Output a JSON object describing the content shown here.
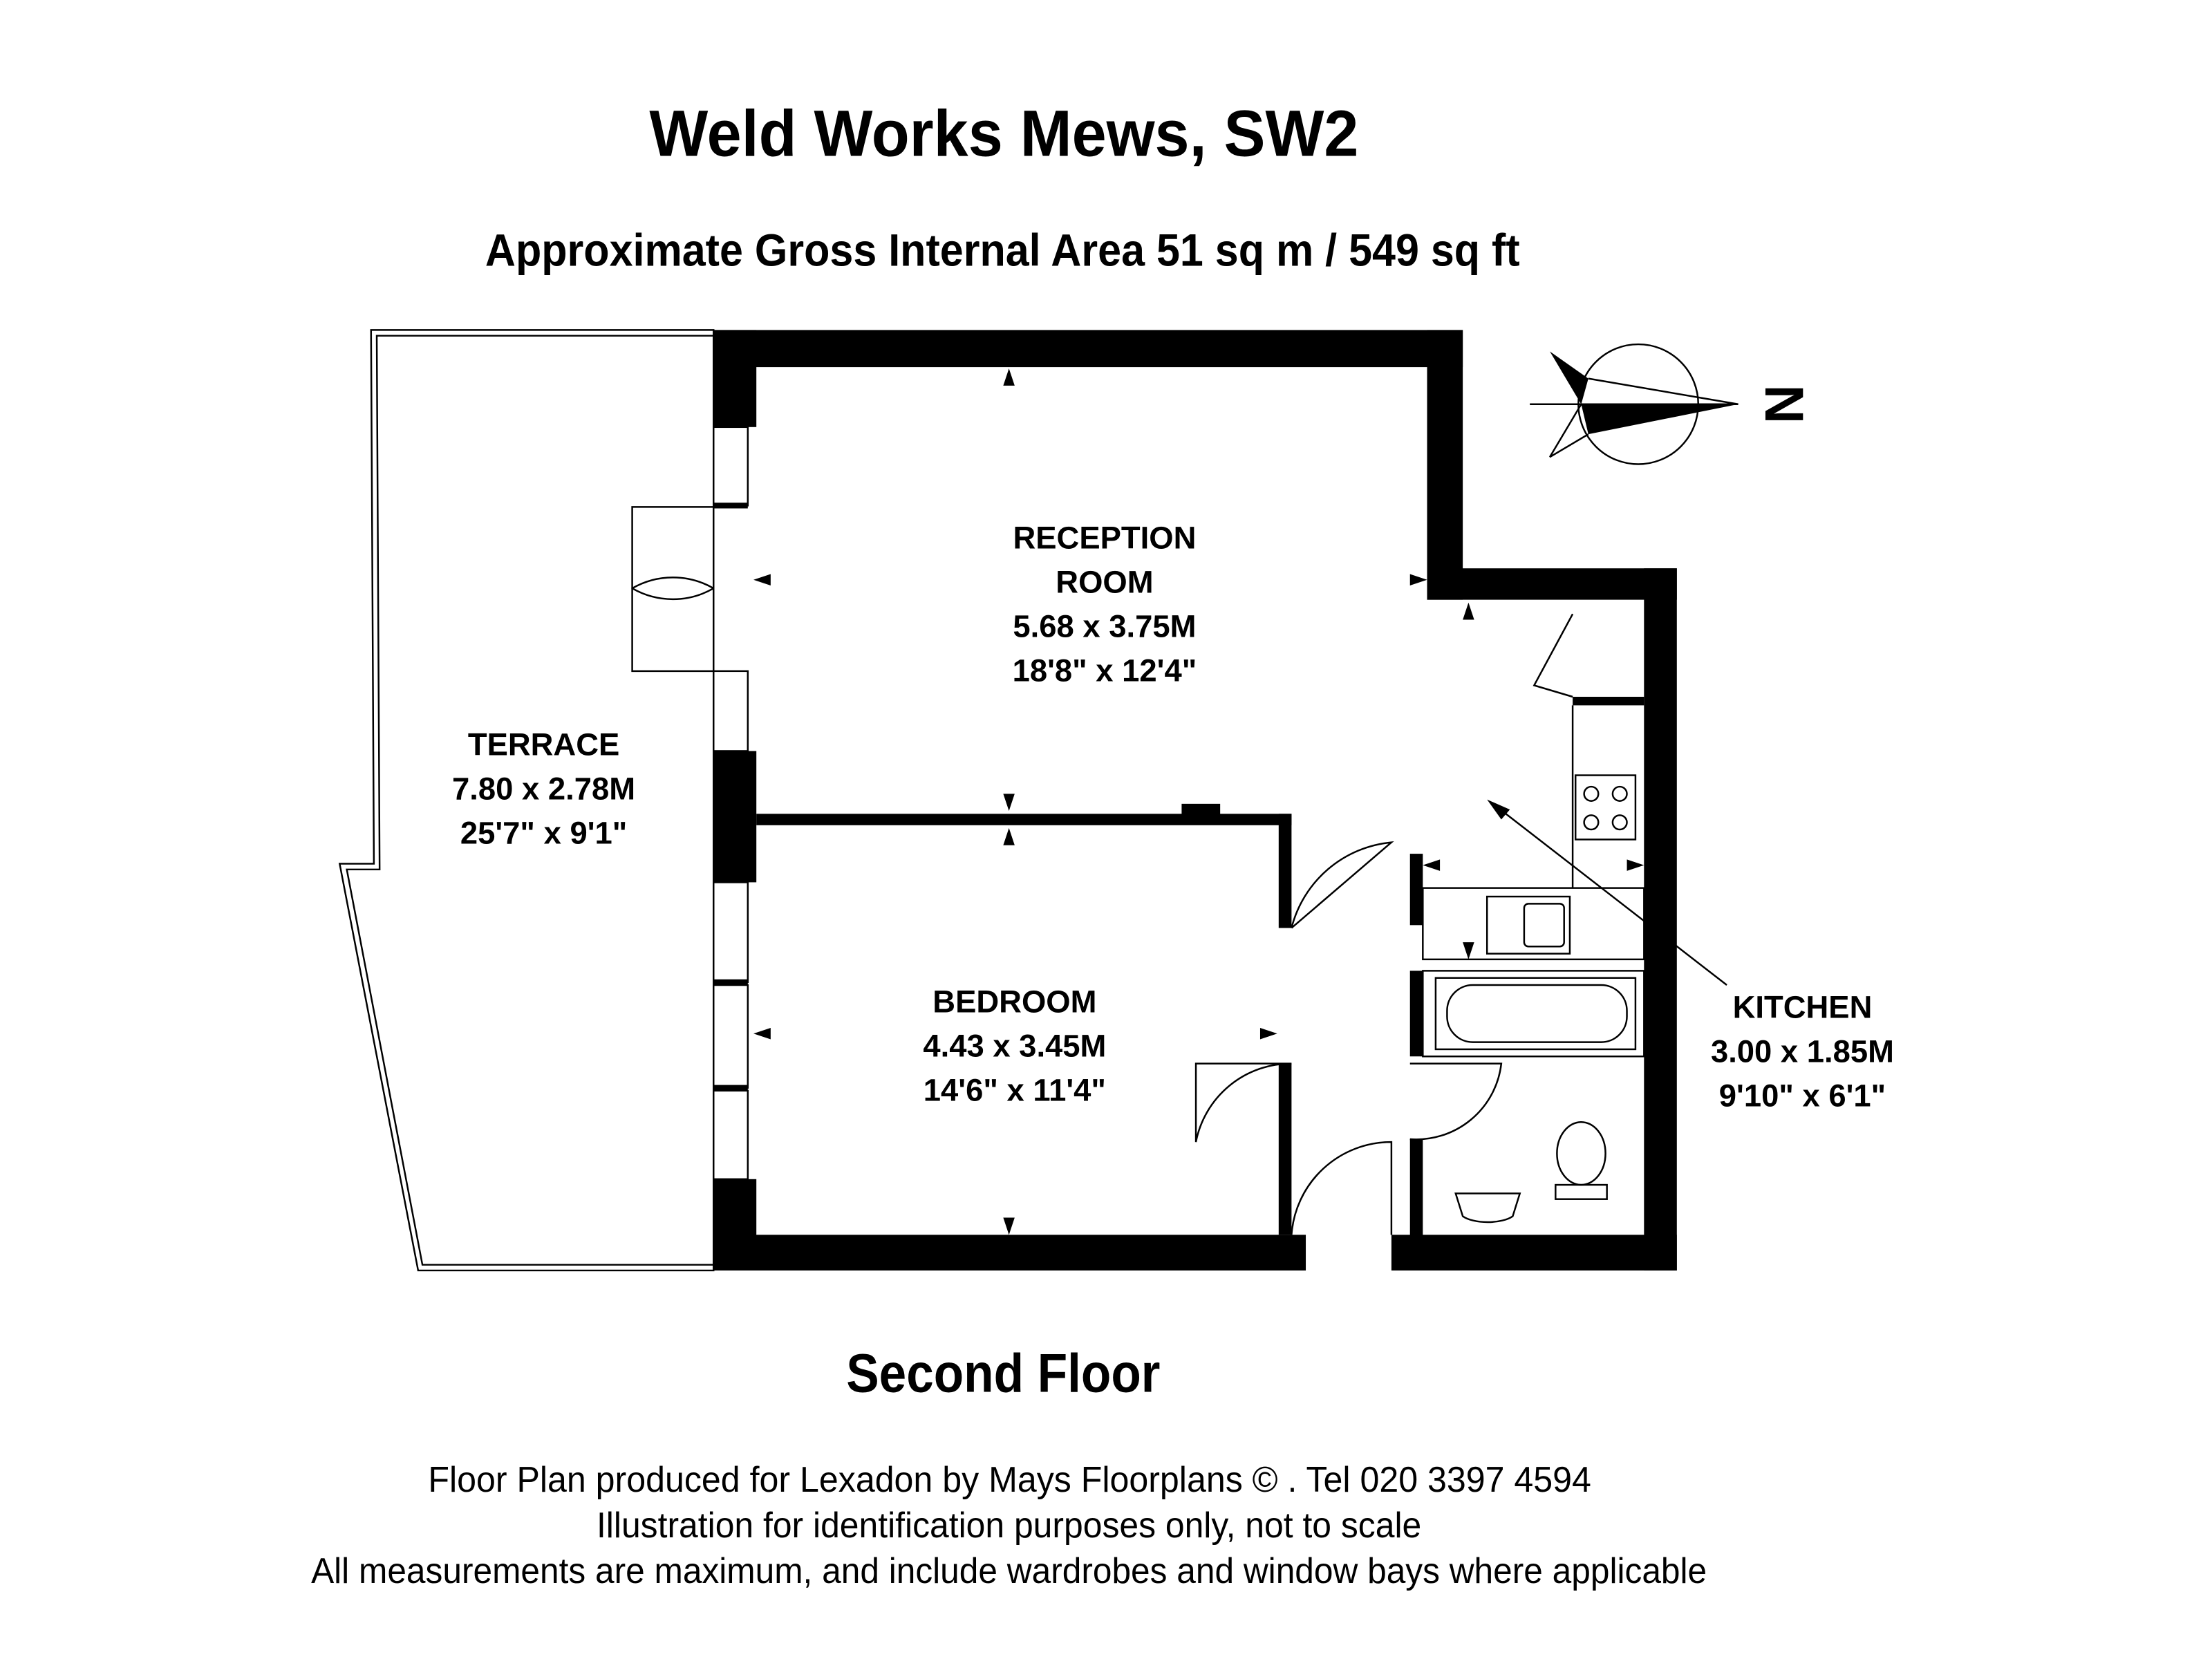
{
  "header": {
    "title": "Weld Works Mews, SW2",
    "area": "Approximate Gross Internal Area 51 sq m /  549 sq ft"
  },
  "rooms": {
    "reception": {
      "name_line1": "RECEPTION",
      "name_line2": "ROOM",
      "metric": "5.68 x 3.75M",
      "imperial": "18'8\" x 12'4\""
    },
    "terrace": {
      "name": "TERRACE",
      "metric": "7.80 x 2.78M",
      "imperial": "25'7\" x 9'1\""
    },
    "bedroom": {
      "name": "BEDROOM",
      "metric": "4.43 x 3.45M",
      "imperial": "14'6\" x 11'4\""
    },
    "kitchen": {
      "name": "KITCHEN",
      "metric": "3.00 x 1.85M",
      "imperial": "9'10\" x 6'1\""
    }
  },
  "compass": {
    "label": "N"
  },
  "floor_label": "Second Floor",
  "footer": {
    "line1": "Floor Plan produced for Lexadon by Mays Floorplans  © . Tel 020 3397 4594",
    "line2": "Illustration for identification purposes only, not to scale",
    "line3": "All measurements are maximum, and include wardrobes and window bays where applicable"
  }
}
